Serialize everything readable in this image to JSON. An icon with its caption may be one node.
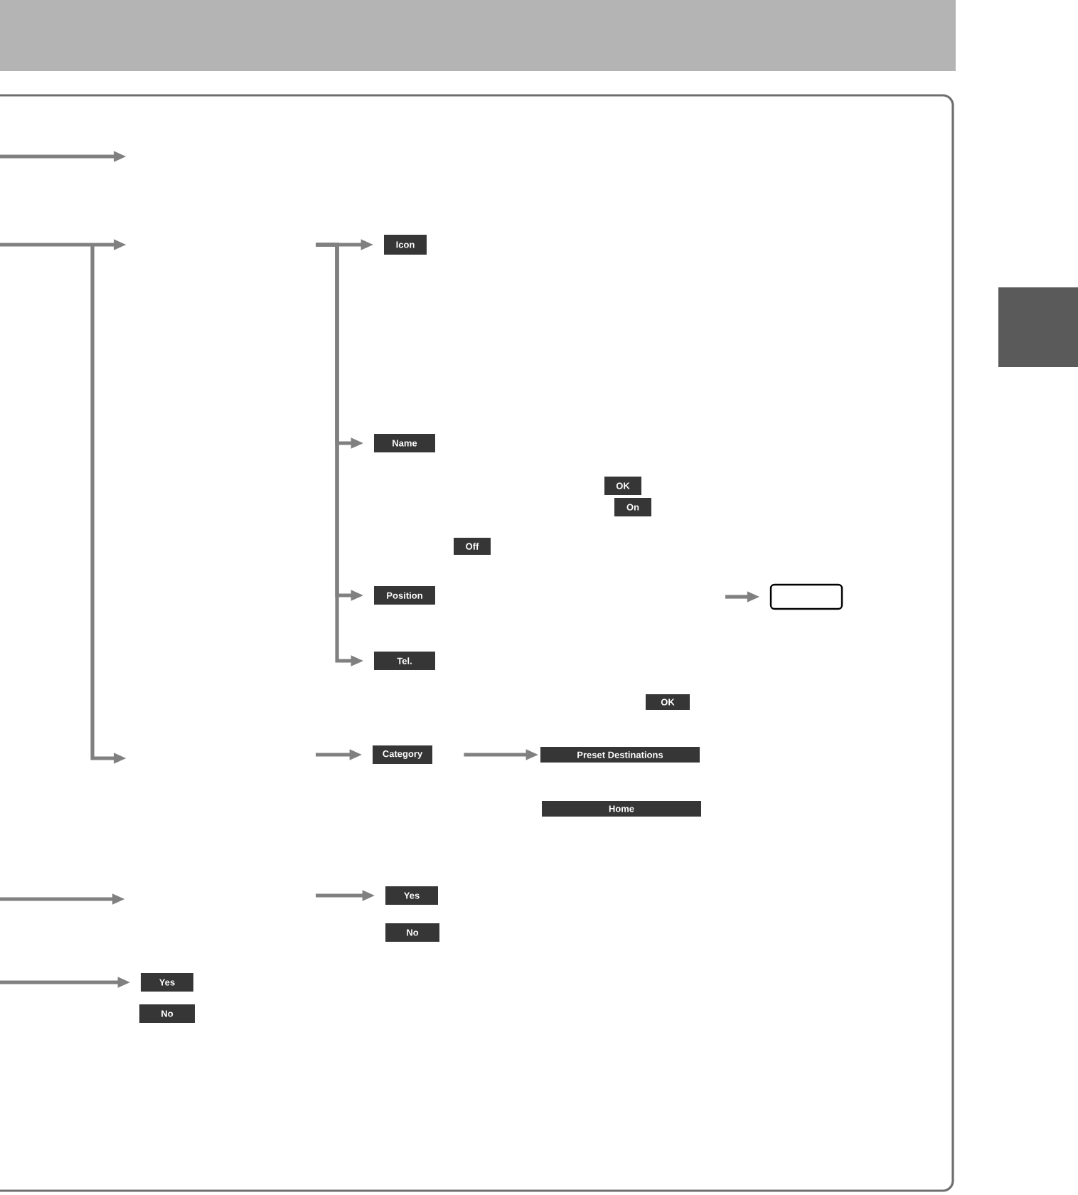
{
  "diagram": {
    "nodes": [
      {
        "text": [
          "Icon"
        ]
      },
      {
        "text": [
          "Name"
        ]
      },
      {
        "text": [
          "OK"
        ]
      },
      {
        "text": [
          "On"
        ]
      },
      {
        "text": [
          "Off"
        ]
      },
      {
        "text": [
          "Position"
        ]
      },
      {
        "text": [],
        "shape": "box"
      },
      {
        "text": [
          "Tel."
        ]
      },
      {
        "text": [
          "OK"
        ]
      },
      {
        "text": [
          "Category"
        ]
      },
      {
        "text": [
          "Preset Destinations"
        ]
      },
      {
        "text": [
          "Home"
        ]
      },
      {
        "text": [
          "Yes"
        ]
      },
      {
        "text": [
          "No"
        ]
      },
      {
        "text": [
          "Yes"
        ]
      },
      {
        "text": [
          "No"
        ]
      }
    ],
    "edges": [
      {
        "from": null,
        "to": 0,
        "arrow": "to"
      },
      {
        "from": null,
        "to": 1,
        "arrow": "to"
      },
      {
        "from": null,
        "to": 5,
        "arrow": "to"
      },
      {
        "from": null,
        "to": 7,
        "arrow": "to"
      },
      {
        "from": null,
        "to": 6,
        "arrow": "to"
      },
      {
        "from": null,
        "to": 9,
        "arrow": "to"
      },
      {
        "from": 9,
        "to": 10,
        "arrow": "to"
      },
      {
        "from": null,
        "to": 12,
        "arrow": "to"
      },
      {
        "from": null,
        "to": 14,
        "arrow": "to"
      }
    ]
  }
}
